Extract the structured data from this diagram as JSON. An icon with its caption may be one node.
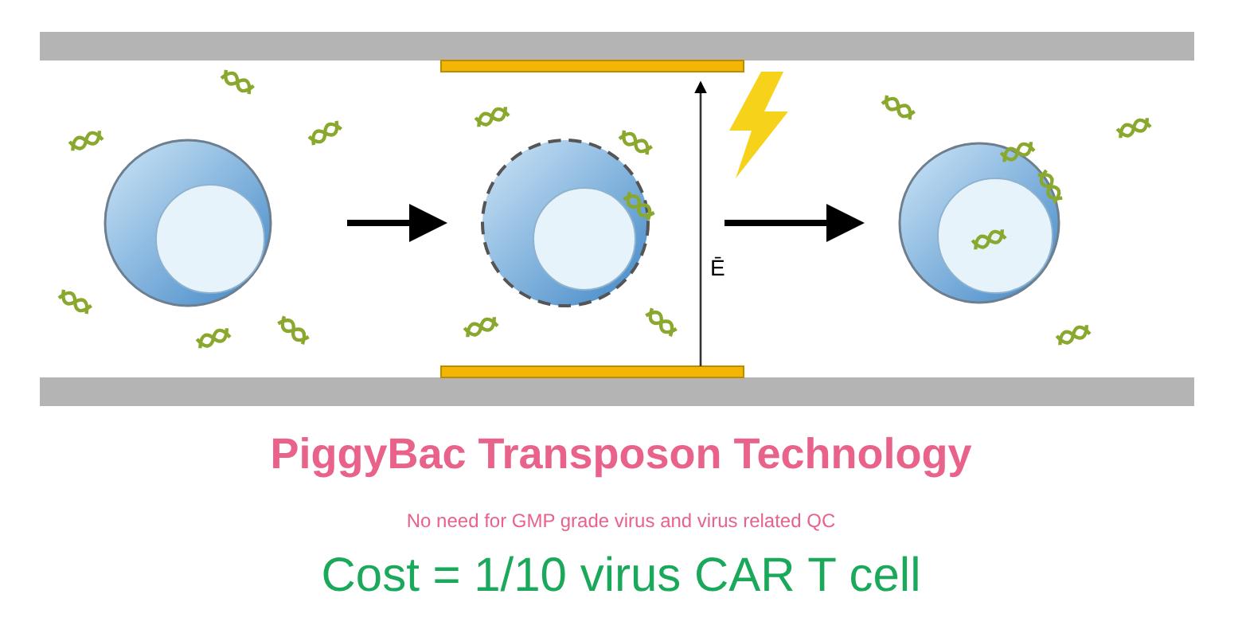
{
  "diagram": {
    "title": "PiggyBac Transposon Technology",
    "nodes": [
      {
        "text": [],
        "shape": "circle"
      },
      {
        "text": [],
        "shape": "circle"
      },
      {
        "text": [],
        "shape": "circle"
      }
    ],
    "edges": [
      {
        "from": 0,
        "to": 1,
        "arrow": "to"
      },
      {
        "from": 1,
        "to": 2,
        "arrow": "to"
      }
    ],
    "labels": [
      "Ē",
      "No need for GMP grade virus and virus related QC",
      "Cost = 1/10 virus CAR T cell"
    ]
  }
}
